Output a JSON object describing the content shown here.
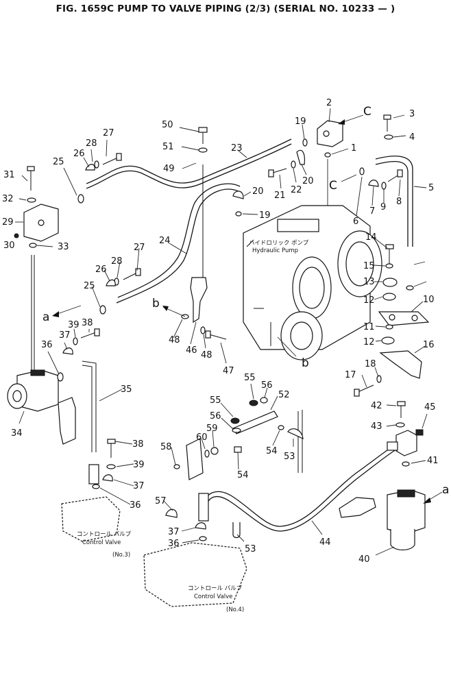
{
  "title": "FIG. 1659C  PUMP TO VALVE PIPING (2/3) (SERIAL NO. 10233 — )",
  "callouts": [
    "1",
    "2",
    "3",
    "4",
    "5",
    "6",
    "7",
    "8",
    "9",
    "10",
    "11",
    "12",
    "13",
    "14",
    "15",
    "16",
    "17",
    "18",
    "19",
    "20",
    "21",
    "22",
    "23",
    "24",
    "25",
    "26",
    "27",
    "28",
    "29",
    "30",
    "31",
    "32",
    "33",
    "34",
    "35",
    "36",
    "37",
    "38",
    "39",
    "40",
    "41",
    "42",
    "43",
    "44",
    "45",
    "46",
    "47",
    "48",
    "49",
    "50",
    "51",
    "52",
    "53",
    "54",
    "55",
    "56",
    "57",
    "58",
    "59",
    "60"
  ],
  "reference_letters": {
    "a": "a",
    "b": "b",
    "c": "C"
  },
  "captions": {
    "pump_jp": "ハイドロリック ポンプ",
    "pump_en": "Hydraulic Pump",
    "cv3_jp": "コントロール バルブ",
    "cv3_en": "Control Valve",
    "cv3_no": "(No.3)",
    "cv4_jp": "コントロール バルブ",
    "cv4_en": "Control Valve",
    "cv4_no": "(No.4)"
  }
}
